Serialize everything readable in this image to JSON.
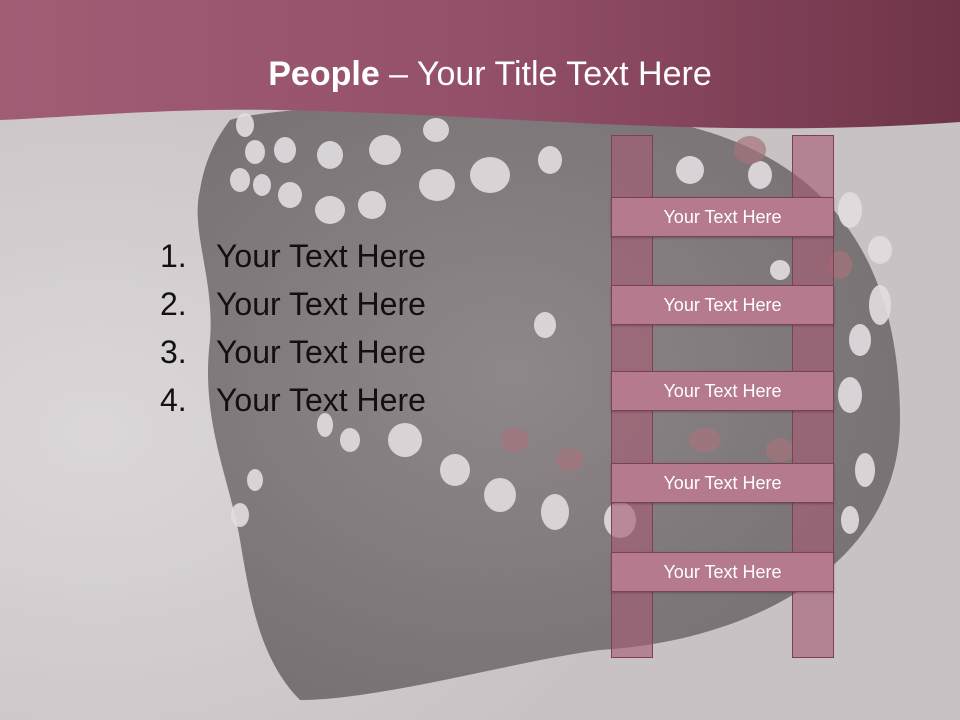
{
  "slide": {
    "title_bold": "People",
    "title_rest": " – Your Title Text Here"
  },
  "list": {
    "items": [
      {
        "num": "1.",
        "text": "Your Text Here"
      },
      {
        "num": "2.",
        "text": "Your Text Here"
      },
      {
        "num": "3.",
        "text": "Your Text Here"
      },
      {
        "num": "4.",
        "text": "Your Text Here"
      }
    ]
  },
  "ladder": {
    "rungs": [
      "Your Text Here",
      "Your Text Here",
      "Your Text Here",
      "Your Text Here",
      "Your Text Here"
    ]
  },
  "colors": {
    "header": "#8e4a62",
    "rung_fill": "#b57a8d",
    "rung_border": "#7d4057",
    "background": "#c9c2c5"
  }
}
